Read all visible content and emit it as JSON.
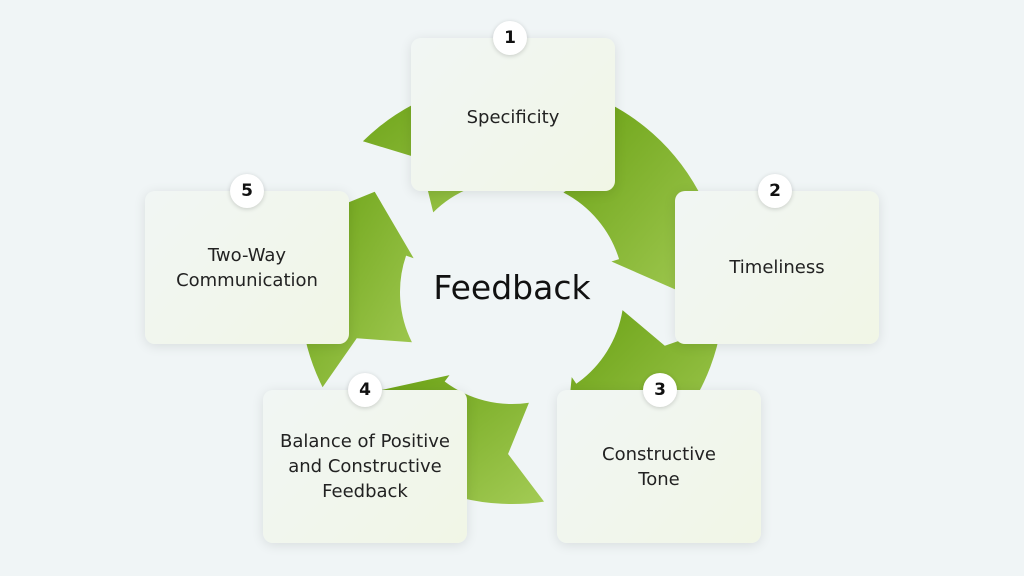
{
  "center": {
    "title": "Feedback"
  },
  "colors": {
    "green_dark": "#6aa114",
    "green_light": "#a3cb55",
    "background": "#f0f5f6"
  },
  "steps": [
    {
      "number": "1",
      "label": "Specificity"
    },
    {
      "number": "2",
      "label": "Timeliness"
    },
    {
      "number": "3",
      "label": "Constructive Tone"
    },
    {
      "number": "4",
      "label": "Balance of Positive and Constructive Feedback"
    },
    {
      "number": "5",
      "label": "Two-Way Communication"
    }
  ]
}
